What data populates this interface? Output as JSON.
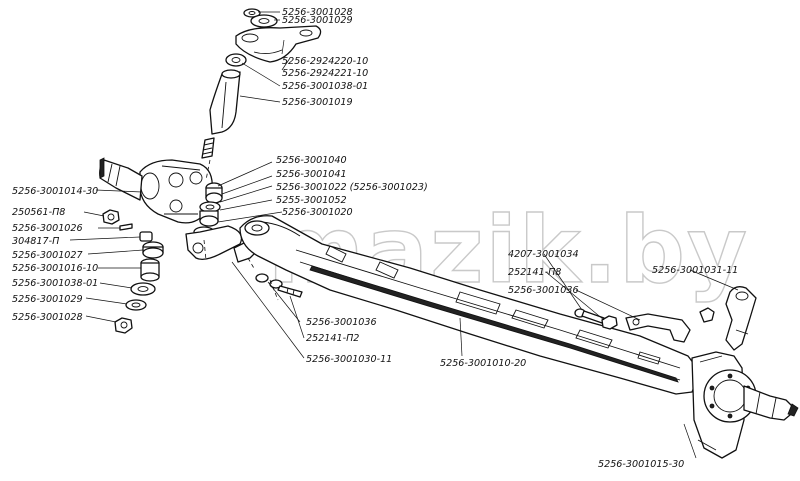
{
  "watermark": "mazik.by",
  "labels": {
    "top_washer_1": "5256-3001028",
    "top_washer_2": "5256-3001029",
    "lever_1": "5256-2924220-10",
    "lever_2": "5256-2924221-10",
    "kingpin_washer": "5256-3001038-01",
    "kingpin": "5256-3001019",
    "l_3001040": "5256-3001040",
    "l_3001041": "5256-3001041",
    "l_3001022": "5256-3001022 (5256-3001023)",
    "l_3001052": "5255-3001052",
    "l_3001020": "5256-3001020",
    "knuckle_left": "5256-3001014-30",
    "l_250561": "250561-П8",
    "l_3001026": "5256-3001026",
    "l_304817": "304817-П",
    "l_3001027": "5256-3001027",
    "l_3001016": "5256-3001016-10",
    "l_3001038_01b": "5256-3001038-01",
    "l_3001029b": "5256-3001029",
    "l_3001028b": "5256-3001028",
    "l_3001036_left": "5256-3001036",
    "l_252141_p2": "252141-П2",
    "l_3001030": "5256-3001030-11",
    "beam": "5256-3001010-20",
    "l_4207": "4207-3001034",
    "l_252141_p8": "252141-П8",
    "l_3001036_right": "5256-3001036",
    "l_3001031": "5256-3001031-11",
    "knuckle_right": "5256-3001015-30"
  }
}
